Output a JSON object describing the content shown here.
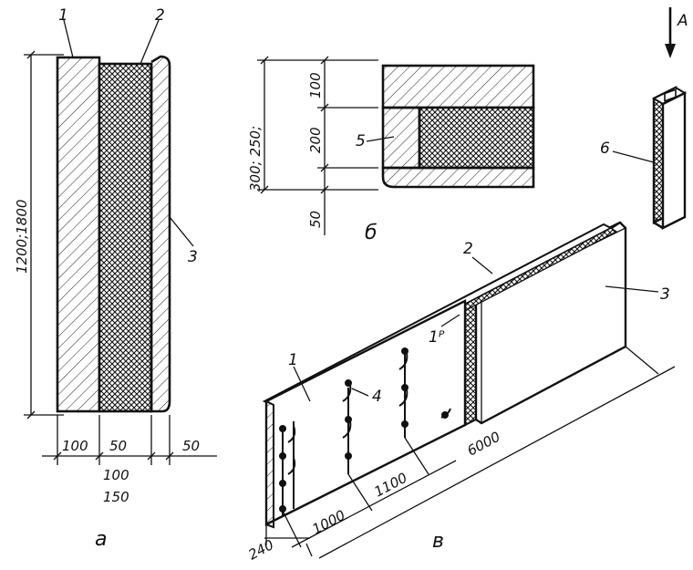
{
  "panel_a": {
    "caption": "а",
    "height_dim": "1200;1800",
    "dims_bottom": [
      "100",
      "50",
      "50"
    ],
    "dims_below": [
      "100",
      "150"
    ],
    "callouts": [
      "1",
      "2",
      "3"
    ]
  },
  "panel_b": {
    "caption": "б",
    "dim_total": "300; 250;",
    "dim_top": "100",
    "dim_mid": "200",
    "dim_bottom": "50",
    "callout": "5"
  },
  "panel_c": {
    "caption": "в",
    "callouts": [
      "1",
      "2",
      "3",
      "4"
    ],
    "label_1p": "1ᴾ",
    "dims": [
      "240",
      "1000",
      "1100",
      "6000"
    ]
  },
  "detail": {
    "arrow_label": "А",
    "callout": "6"
  }
}
